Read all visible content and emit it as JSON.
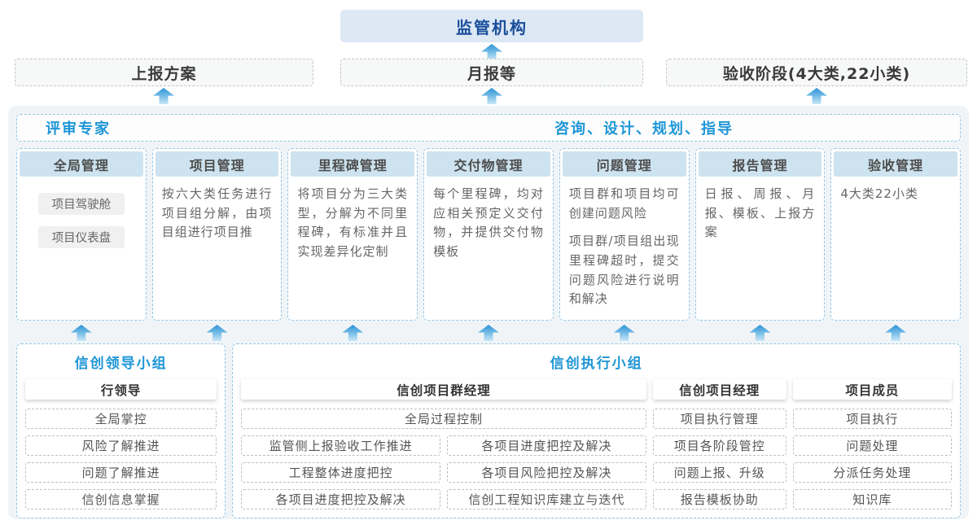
{
  "colors": {
    "accent_blue": "#1e96d6",
    "navy_text": "#1a4e9b",
    "regulator_bg": "#dde8f5",
    "column_header_bg": "#cde3ef",
    "container_bg": "#f1f4f6",
    "dashed_blue_border": "#8fc6e8",
    "arrow_blue": "#2d93d6"
  },
  "top": {
    "regulator_label": "监管机构"
  },
  "report_row": {
    "items": [
      "上报方案",
      "月报等",
      "验收阶段(4大类,22小类)"
    ]
  },
  "platform": {
    "expert_label": "评审专家",
    "consult_label": "咨询、设计、规划、指导",
    "columns": [
      {
        "title": "全局管理",
        "boxes": [
          "项目驾驶舱",
          "项目仪表盘"
        ]
      },
      {
        "title": "项目管理",
        "paragraphs": [
          "按六大类任务进行项目组分解，由项目组进行项目推"
        ]
      },
      {
        "title": "里程碑管理",
        "paragraphs": [
          "将项目分为三大类型，分解为不同里程碑，有标准并且实现差异化定制"
        ]
      },
      {
        "title": "交付物管理",
        "paragraphs": [
          "每个里程碑，均对应相关预定义交付物，并提供交付物模板"
        ]
      },
      {
        "title": "问题管理",
        "paragraphs": [
          "项目群和项目均可创建问题风险",
          "项目群/项目组出现里程碑超时，提交问题风险进行说明和解决"
        ]
      },
      {
        "title": "报告管理",
        "paragraphs": [
          "日报、周报、月报、模板、上报方案"
        ]
      },
      {
        "title": "验收管理",
        "paragraphs": [
          "4大类22小类"
        ]
      }
    ]
  },
  "groups": {
    "leader": {
      "title": "信创领导小组",
      "role": "行领导",
      "items": [
        "全局掌控",
        "风险了解推进",
        "问题了解推进",
        "信创信息掌握"
      ]
    },
    "executor": {
      "title": "信创执行小组",
      "program_manager": {
        "role": "信创项目群经理",
        "full_item": "全局过程控制",
        "left_items": [
          "监管侧上报验收工作推进",
          "工程整体进度把控",
          "各项目进度把控及解决"
        ],
        "right_items": [
          "各项目进度把控及解决",
          "各项目风险把控及解决",
          "信创工程知识库建立与迭代"
        ]
      },
      "project_manager": {
        "role": "信创项目经理",
        "items": [
          "项目执行管理",
          "项目各阶段管控",
          "问题上报、升级",
          "报告模板协助"
        ]
      },
      "member": {
        "role": "项目成员",
        "items": [
          "项目执行",
          "问题处理",
          "分派任务处理",
          "知识库"
        ]
      }
    }
  }
}
